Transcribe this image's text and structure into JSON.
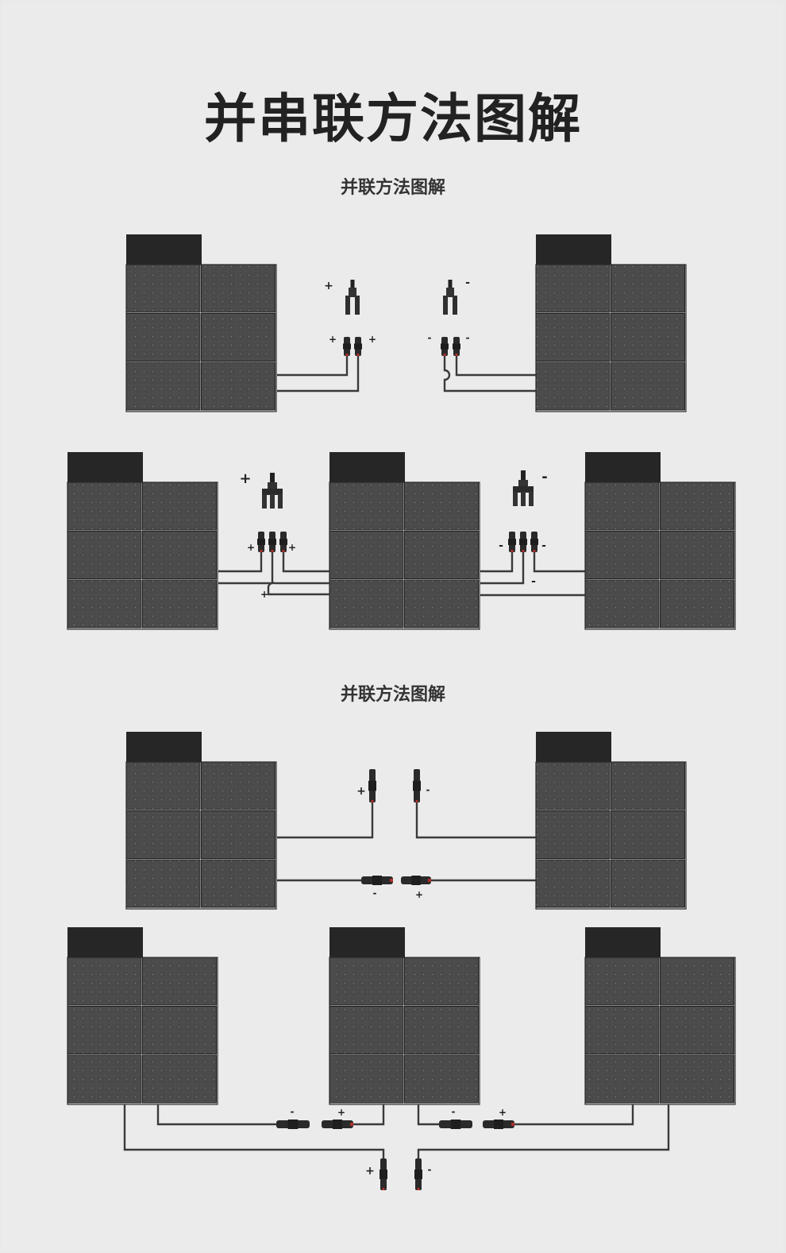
{
  "title": "并串联方法图解",
  "sections": [
    {
      "title": "并联方法图解"
    },
    {
      "title": "并联方法图解"
    }
  ],
  "polarity": {
    "positive": "+",
    "negative": "-"
  },
  "colors": {
    "panel": "#4a4a4a",
    "panel_cap": "#262626",
    "wire": "#3a3a3a",
    "background": "#ebebeb"
  },
  "icons": [
    "solar-panel-icon",
    "y-branch-connector-icon",
    "mc4-connector-icon"
  ]
}
